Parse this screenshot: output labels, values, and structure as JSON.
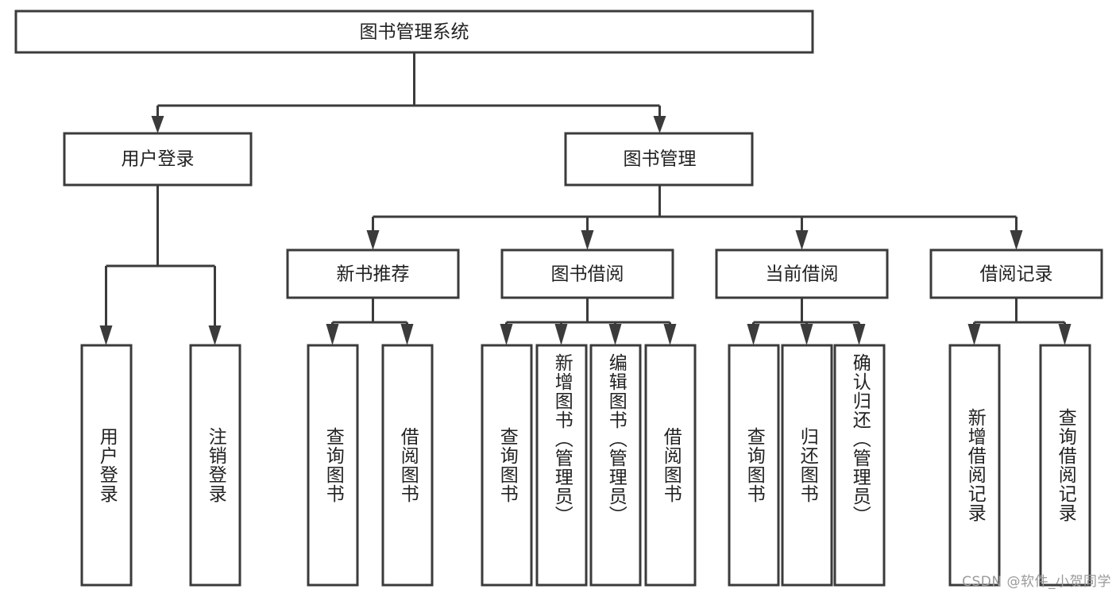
{
  "diagram": {
    "title": "图书管理系统",
    "type": "tree",
    "watermark": "CSDN @软件_小贺同学",
    "colors": {
      "stroke": "#3b3b3b",
      "box_fill": "#ffffff",
      "text": "#222222",
      "background": "#ffffff",
      "watermark": "#9a9a9a"
    },
    "root": {
      "id": "root",
      "label": "图书管理系统",
      "orientation": "horizontal"
    },
    "level2": [
      {
        "id": "user-login",
        "label": "用户登录",
        "orientation": "horizontal"
      },
      {
        "id": "book-management",
        "label": "图书管理",
        "orientation": "horizontal"
      }
    ],
    "level3": [
      {
        "id": "new-book-recommend",
        "label": "新书推荐",
        "parent": "book-management",
        "orientation": "horizontal"
      },
      {
        "id": "book-borrow",
        "label": "图书借阅",
        "parent": "book-management",
        "orientation": "horizontal"
      },
      {
        "id": "current-borrow",
        "label": "当前借阅",
        "parent": "book-management",
        "orientation": "horizontal"
      },
      {
        "id": "borrow-record",
        "label": "借阅记录",
        "parent": "book-management",
        "orientation": "horizontal"
      }
    ],
    "leaves": [
      {
        "id": "leaf-user-login",
        "label": "用户登录",
        "parent": "user-login",
        "orientation": "vertical"
      },
      {
        "id": "leaf-user-logout",
        "label": "注销登录",
        "parent": "user-login",
        "orientation": "vertical"
      },
      {
        "id": "leaf-query-book-1",
        "label": "查询图书",
        "parent": "new-book-recommend",
        "orientation": "vertical"
      },
      {
        "id": "leaf-borrow-book-1",
        "label": "借阅图书",
        "parent": "new-book-recommend",
        "orientation": "vertical"
      },
      {
        "id": "leaf-query-book-2",
        "label": "查询图书",
        "parent": "book-borrow",
        "orientation": "vertical"
      },
      {
        "id": "leaf-add-book",
        "label": "新增图书（管理员）",
        "parent": "book-borrow",
        "orientation": "vertical"
      },
      {
        "id": "leaf-edit-book",
        "label": "编辑图书（管理员）",
        "parent": "book-borrow",
        "orientation": "vertical"
      },
      {
        "id": "leaf-borrow-book-2",
        "label": "借阅图书",
        "parent": "book-borrow",
        "orientation": "vertical"
      },
      {
        "id": "leaf-query-book-3",
        "label": "查询图书",
        "parent": "current-borrow",
        "orientation": "vertical"
      },
      {
        "id": "leaf-return-book",
        "label": "归还图书",
        "parent": "current-borrow",
        "orientation": "vertical"
      },
      {
        "id": "leaf-confirm-return",
        "label": "确认归还（管理员）",
        "parent": "current-borrow",
        "orientation": "vertical"
      },
      {
        "id": "leaf-add-record",
        "label": "新增借阅记录",
        "parent": "borrow-record",
        "orientation": "vertical"
      },
      {
        "id": "leaf-query-record",
        "label": "查询借阅记录",
        "parent": "borrow-record",
        "orientation": "vertical"
      }
    ]
  }
}
